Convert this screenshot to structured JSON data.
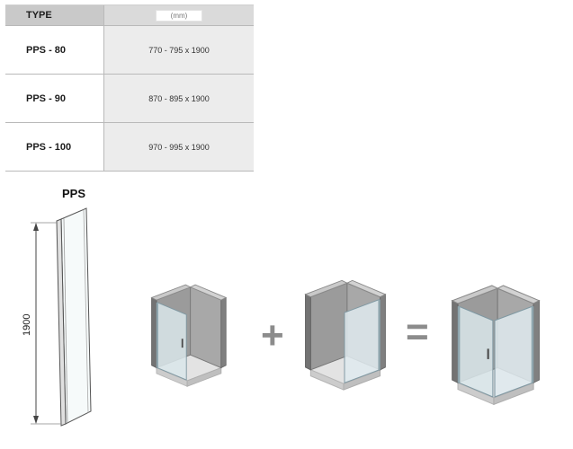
{
  "table": {
    "header": {
      "type": "TYPE",
      "dim": "(mm)"
    },
    "rows": [
      {
        "type": "PPS - 80",
        "dim": "770 - 795 x 1900"
      },
      {
        "type": "PPS - 90",
        "dim": "870 - 895 x 1900"
      },
      {
        "type": "PPS - 100",
        "dim": "970 - 995 x 1900"
      }
    ]
  },
  "drawing": {
    "title": "PPS",
    "height_dim": "1900"
  },
  "composition": {
    "plus": "+",
    "equals": "="
  },
  "colors": {
    "header_bg": "#c9c9c9",
    "dim_col_bg": "#ececec",
    "wall_dark": "#737373",
    "wall_mid": "#9b9b9b",
    "wall_light": "#d2d2d2",
    "glass": "#d9e6ea",
    "sign_gray": "#8c8c8c"
  }
}
